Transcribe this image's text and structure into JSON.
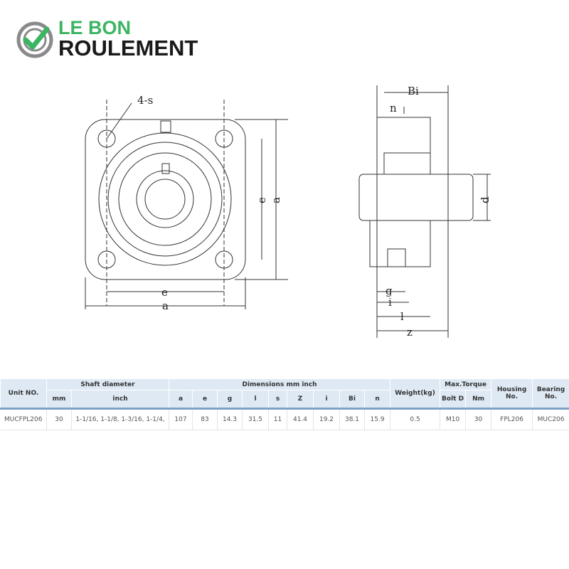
{
  "logo": {
    "line1": "LE BON",
    "line2": "ROULEMENT",
    "colors": {
      "green": "#3bb561",
      "dark": "#1a1a1a",
      "gray": "#8a8a8a"
    }
  },
  "drawing": {
    "front": {
      "holes": "4-s",
      "e_v": "e",
      "a_v": "a",
      "e_h": "e",
      "a_h": "a"
    },
    "side": {
      "Bi": "Bi",
      "n": "n",
      "d": "d",
      "g": "g",
      "i": "i",
      "l": "l",
      "z": "z"
    }
  },
  "table": {
    "headers": {
      "unit": "Unit NO.",
      "shaft": "Shaft diameter",
      "mm": "mm",
      "inch": "inch",
      "dims": "Dimensions mm inch",
      "weight": "Weight(kg)",
      "torque": "Max.Torque",
      "bolt": "Bolt D",
      "nm": "Nm",
      "housing": "Housing No.",
      "bearing": "Bearing No.",
      "cols": [
        "a",
        "e",
        "g",
        "l",
        "s",
        "Z",
        "i",
        "Bi",
        "n"
      ]
    },
    "row": {
      "unit": "MUCFPL206",
      "mm": "30",
      "inch": "1-1/16, 1-1/8, 1-3/16, 1-1/4,",
      "dims": [
        "107",
        "83",
        "14.3",
        "31.5",
        "11",
        "41.4",
        "19.2",
        "38.1",
        "15.9"
      ],
      "weight": "0.5",
      "bolt": "M10",
      "nm": "30",
      "housing": "FPL206",
      "bearing": "MUC206"
    }
  }
}
